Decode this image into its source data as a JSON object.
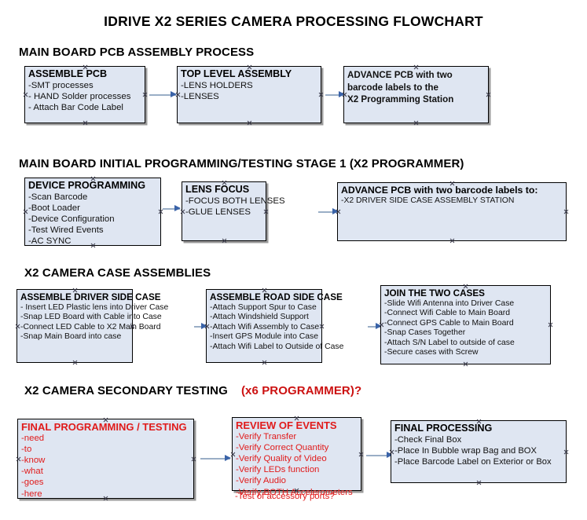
{
  "document": {
    "title": "IDRIVE X2  SERIES CAMERA PROCESSING FLOWCHART"
  },
  "colors": {
    "box_fill": "#dfe6f2",
    "box_border": "#000000",
    "box_shadow": "#9a9a9a",
    "arrow_shaft": "#9aaec6",
    "arrow_head": "#3a63a8",
    "accent_red": "#e01b1b",
    "text_black": "#000000",
    "background": "#ffffff"
  },
  "sections": [
    {
      "id": "pcb-assembly",
      "heading": "MAIN BOARD PCB ASSEMBLY PROCESS",
      "heading_accent": "",
      "boxes": [
        {
          "id": "assemble-pcb",
          "title": "ASSEMBLE PCB",
          "lines": [
            "-SMT processes",
            "- HAND Solder processes",
            "- Attach Bar Code Label"
          ]
        },
        {
          "id": "top-level-assembly",
          "title": "TOP LEVEL ASSEMBLY",
          "lines": [
            "-LENS HOLDERS",
            "-LENSES"
          ]
        },
        {
          "id": "advance-pcb-programming-station",
          "title": "ADVANCE PCB with two",
          "lines": [
            "barcode labels to the",
            "X2 Programming Station"
          ]
        }
      ]
    },
    {
      "id": "initial-programming",
      "heading": "MAIN BOARD INITIAL PROGRAMMING/TESTING STAGE 1 (X2 PROGRAMMER)",
      "heading_accent": "",
      "boxes": [
        {
          "id": "device-programming",
          "title": "DEVICE PROGRAMMING",
          "lines": [
            "-Scan Barcode",
            "-Boot Loader",
            "-Device Configuration",
            "-Test Wired Events",
            "-AC SYNC"
          ]
        },
        {
          "id": "lens-focus",
          "title": "LENS FOCUS",
          "lines": [
            "-FOCUS BOTH LENSES",
            "-GLUE LENSES"
          ]
        },
        {
          "id": "advance-pcb-driver-side",
          "title": "ADVANCE PCB with two barcode labels to:",
          "lines": [
            "-X2 DRIVER  SIDE  CASE  ASSEMBLY STATION"
          ]
        }
      ]
    },
    {
      "id": "case-assemblies",
      "heading": "X2 CAMERA CASE ASSEMBLIES",
      "heading_accent": "",
      "boxes": [
        {
          "id": "assemble-driver-side-case",
          "title": "ASSEMBLE DRIVER SIDE CASE",
          "lines": [
            "- Insert LED Plastic lens into Driver Case",
            "-Snap LED Board with Cable into Case",
            "-Connect LED Cable to X2 Main Board",
            "-Snap Main Board into case"
          ]
        },
        {
          "id": "assemble-road-side-case",
          "title": "ASSEMBLE ROAD SIDE CASE",
          "lines": [
            "-Attach Support Spur to Case",
            "-Attach Windshield Support",
            "-Attach Wifi Assembly to Case",
            "-Insert GPS Module into Case",
            "-Attach Wifi Label to Outside of Case"
          ]
        },
        {
          "id": "join-the-two-cases",
          "title": "JOIN THE TWO CASES",
          "lines": [
            "-Slide Wifi Antenna into Driver Case",
            "-Connect Wifi Cable to Main Board",
            "-Connect GPS Cable to Main Board",
            "-Snap Cases Together",
            "-Attach S/N Label to outside of case",
            "-Secure cases with Screw"
          ]
        }
      ]
    },
    {
      "id": "secondary-testing",
      "heading": "X2 CAMERA SECONDARY TESTING",
      "heading_accent": "(x6 PROGRAMMER)?",
      "boxes": [
        {
          "id": "final-programming-testing",
          "title": "FINAL PROGRAMMING / TESTING",
          "lines": [
            "-need",
            "-to",
            "-know",
            "-what",
            "-goes",
            "-here"
          ]
        },
        {
          "id": "review-of-events",
          "title": "REVIEW OF EVENTS",
          "lines": [
            "-Verify Transfer",
            "-Verify Correct Quantity",
            "-Verify Quality of Video",
            "-Verify LEDs function",
            "-Verify Audio",
            "-Verify BOTH Accelerometers"
          ],
          "overflow_line": "-Test of accessory ports?"
        },
        {
          "id": "final-processing",
          "title": "FINAL PROCESSING",
          "lines": [
            "-Check Final Box",
            "-Place In Bubble wrap Bag and BOX",
            "-Place Barcode Label on Exterior or Box"
          ]
        }
      ]
    }
  ]
}
